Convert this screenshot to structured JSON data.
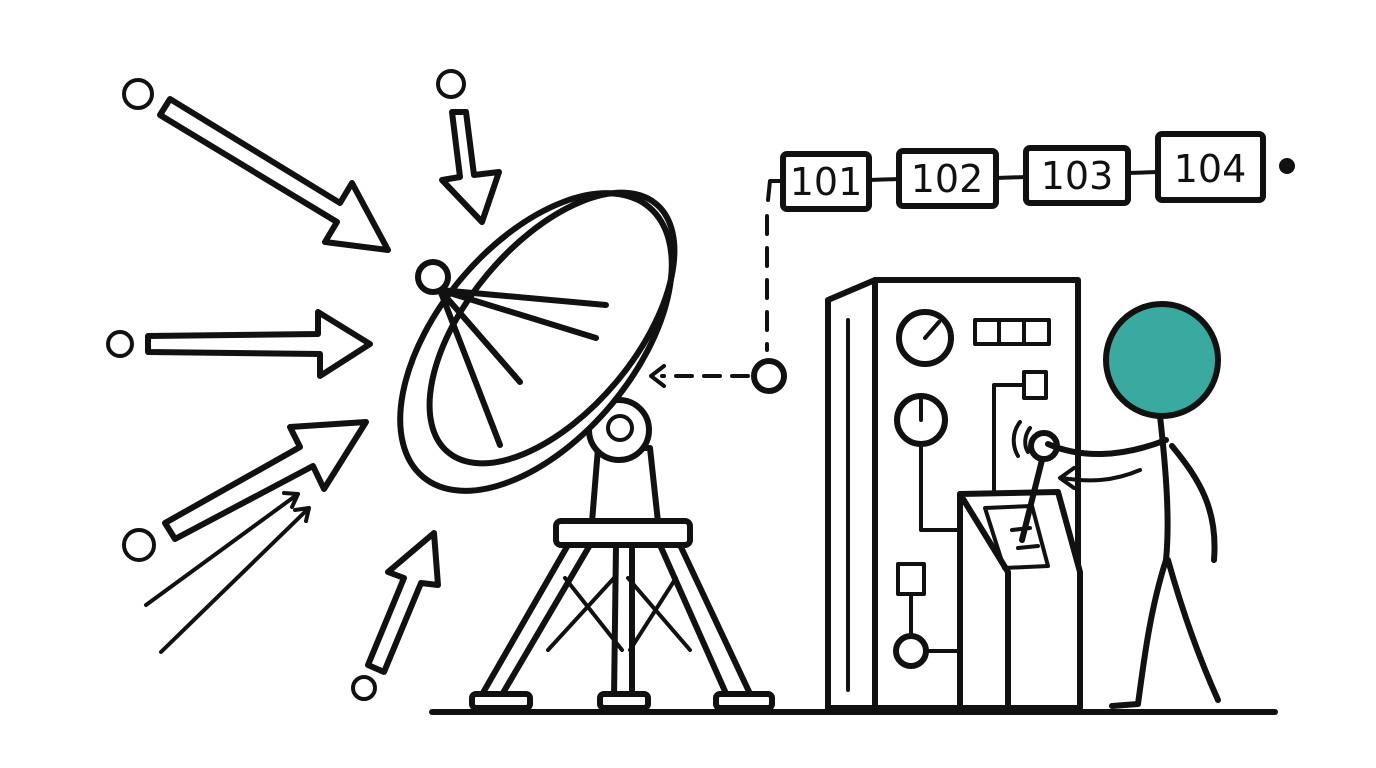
{
  "sequence": {
    "boxes": [
      "101",
      "102",
      "103",
      "104"
    ]
  },
  "colors": {
    "ink": "#111111",
    "operator_head": "#3AA99F",
    "background": "#ffffff"
  },
  "icons": {
    "dish": "satellite-dish-icon",
    "console": "control-console-icon",
    "operator": "stick-figure-icon"
  }
}
